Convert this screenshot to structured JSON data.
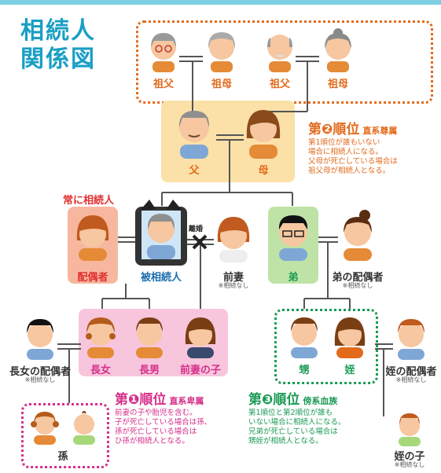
{
  "title": {
    "line1": "相続人",
    "line2": "関係図"
  },
  "colors": {
    "title": "#1a9fc4",
    "orange": "#e36a1b",
    "green": "#1a9a54",
    "pink": "#d62f8a",
    "red": "#e03030"
  },
  "grandparents": {
    "labels": [
      "祖父",
      "祖母",
      "祖父",
      "祖母"
    ]
  },
  "parents": {
    "father": "父",
    "mother": "母"
  },
  "rank2": {
    "title": "第❷順位",
    "sub": "直系尊属",
    "desc": "第1順位が誰もいない\n場合に相続人になる。\n父母が死亡している場合は\n祖父母が相続人となる。"
  },
  "always_heir": "常に相続人",
  "spouse": "配偶者",
  "deceased": "被相続人",
  "divorce": "離婚",
  "ex_wife": {
    "label": "前妻",
    "note": "※相続なし"
  },
  "brother": {
    "label": "弟"
  },
  "brother_spouse": {
    "label": "弟の配偶者",
    "note": "※相続なし"
  },
  "children": {
    "eldest_daughter": "長女",
    "eldest_son": "長男",
    "ex_wife_child": "前妻の子"
  },
  "daughter_spouse": {
    "label": "長女の配偶者",
    "note": "※相続なし"
  },
  "rank1": {
    "title": "第❶順位",
    "sub": "直系卑属",
    "desc": "前妻の子や胎児を含む。\n子が死亡している場合は孫、\n孫が死亡している場合は\nひ孫が相続人となる。"
  },
  "grandchild": "孫",
  "nephew": "甥",
  "niece": "姪",
  "niece_spouse": {
    "label": "姪の配偶者",
    "note": "※相続なし"
  },
  "rank3": {
    "title": "第❸順位",
    "sub": "傍系血族",
    "desc": "第1順位と第2順位が誰も\nいない場合に相続人になる。\n兄弟が死亡している場合は\n甥姪が相続人となる。"
  },
  "niece_child": {
    "label": "姪の子",
    "note": "※相続なし"
  }
}
